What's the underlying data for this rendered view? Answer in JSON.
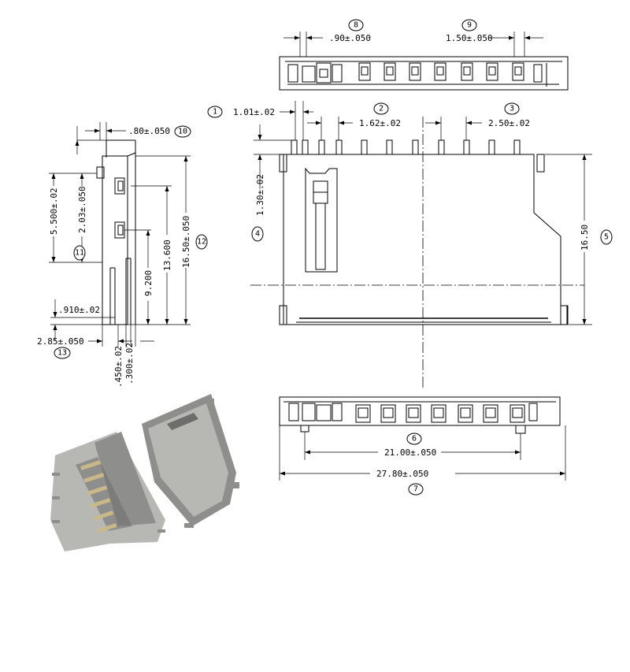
{
  "drawing": {
    "dimensions": {
      "d1": "1.01±.02",
      "d2": "1.62±.02",
      "d3": "2.50±.02",
      "d4": "1.30±.02",
      "d5": "16.50",
      "d6": "21.00±.050",
      "d7": "27.80±.050",
      "d8": ".90±.050",
      "d9": "1.50±.050",
      "d10": ".80±.050",
      "d11": "5.500±.02",
      "d11b": "2.03±.050",
      "d12": "16.50±.050",
      "d13": "2.85±.050",
      "d_9200": "9.200",
      "d_13600": "13.600",
      "d_910": ".910±.02",
      "d_450": ".450±.02",
      "d_300": ".300±.02"
    },
    "callouts": {
      "c1": "1",
      "c2": "2",
      "c3": "3",
      "c4": "4",
      "c5": "5",
      "c6": "6",
      "c7": "7",
      "c8": "8",
      "c9": "9",
      "c10": "10",
      "c11": "11",
      "c12": "12",
      "c13": "13"
    }
  }
}
